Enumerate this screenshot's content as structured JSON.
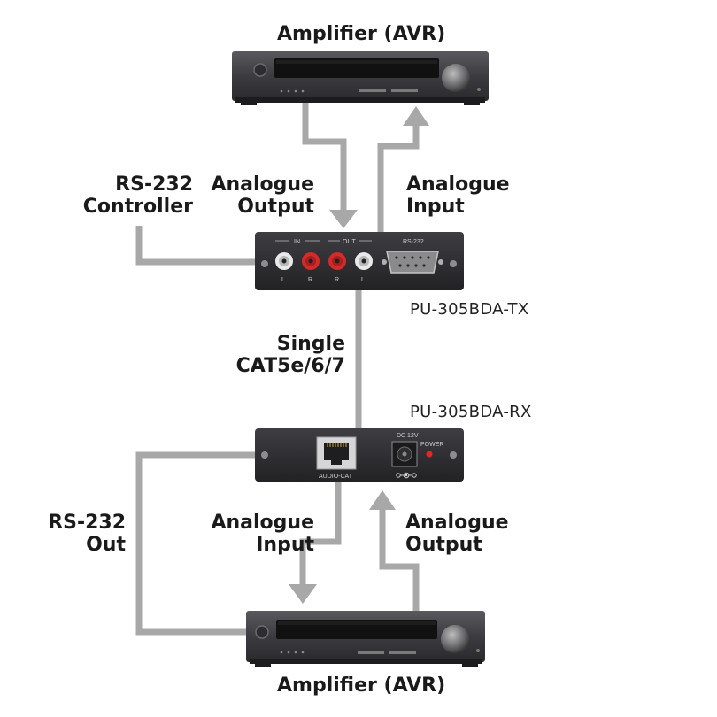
{
  "top_amplifier": {
    "label": "Amplifier (AVR)"
  },
  "bottom_amplifier": {
    "label": "Amplifier (AVR)"
  },
  "tx_labels": {
    "rs232_controller": [
      "RS-232",
      "Controller"
    ],
    "analogue_output": [
      "Analogue",
      "Output"
    ],
    "analogue_input": [
      "Analogue",
      "Input"
    ]
  },
  "rx_labels": {
    "rs232_out": [
      "RS-232",
      "Out"
    ],
    "analogue_input": [
      "Analogue",
      "Input"
    ],
    "analogue_output": [
      "Analogue",
      "Output"
    ]
  },
  "cable": [
    "Single",
    "CAT5e/6/7"
  ],
  "tx_unit": {
    "model": "PU-305BDA-TX",
    "panel": {
      "in": "IN",
      "out": "OUT",
      "rs232": "RS-232",
      "jacks": [
        "L",
        "R",
        "R",
        "L"
      ]
    }
  },
  "rx_unit": {
    "model": "PU-305BDA-RX",
    "panel": {
      "audio_cat": "AUDIO-CAT",
      "dc": "DC 12V",
      "power": "POWER"
    }
  },
  "colors": {
    "line": "#a8a8a8",
    "device": "#3a3a3c",
    "led": "#e8232a"
  }
}
